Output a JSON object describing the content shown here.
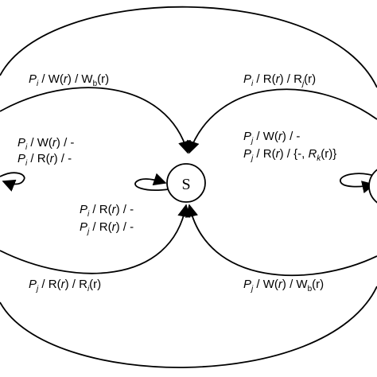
{
  "nodes": {
    "center_state": "S"
  },
  "labels": {
    "top_left_arc": {
      "p": "P",
      "p_sub": "i",
      "mid": " / W(",
      "r": "r",
      "mid2": ") / W",
      "w_sub": "b",
      "end": "(r)"
    },
    "top_right_arc": {
      "p": "P",
      "p_sub": "i",
      "mid": " / R(",
      "r": "r",
      "mid2": ") / R",
      "r_sub": "j",
      "end": "(r)"
    },
    "left_loop_1": {
      "p": "P",
      "p_sub": "i",
      "mid": " / W(",
      "r": "r",
      "end": ") / -"
    },
    "left_loop_2": {
      "p": "P",
      "p_sub": "i",
      "mid": " / R(",
      "r": "r",
      "end": ") / -"
    },
    "right_loop_1": {
      "p": "P",
      "p_sub": "j",
      "mid": " / W(",
      "r": "r",
      "end": ") / -"
    },
    "right_loop_2": {
      "p": "P",
      "p_sub": "j",
      "mid": " / R(",
      "r": "r",
      "mid2": ") / {-, ",
      "rk": "R",
      "rk_sub": "k",
      "end": "(r)}"
    },
    "center_loop_1": {
      "p": "P",
      "p_sub": "i",
      "mid": " / R(",
      "r": "r",
      "end": ") / -"
    },
    "center_loop_2": {
      "p": "P",
      "p_sub": "j",
      "mid": " / R(",
      "r": "r",
      "end": ") / -"
    },
    "bottom_left_arc": {
      "p": "P",
      "p_sub": "j",
      "mid": " / R(",
      "r": "r",
      "mid2": ") / R",
      "r_sub": "i",
      "end": "(r)"
    },
    "bottom_right_arc": {
      "p": "P",
      "p_sub": "j",
      "mid": " / W(",
      "r": "r",
      "mid2": ") / W",
      "w_sub": "b",
      "end": "(r)"
    }
  }
}
